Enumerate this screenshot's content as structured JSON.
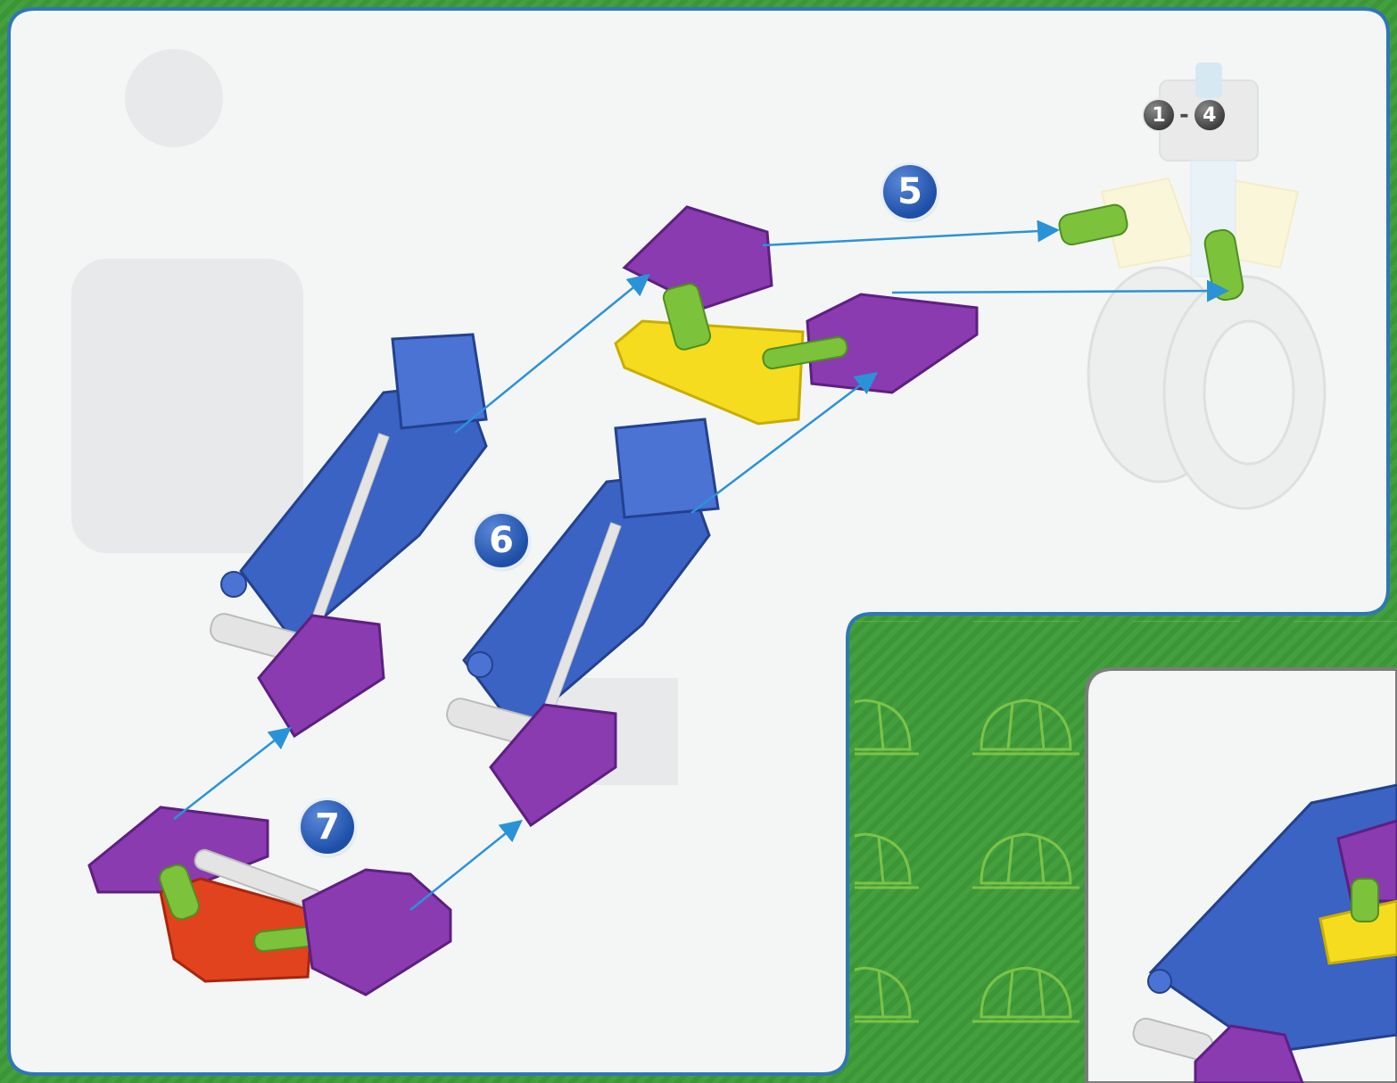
{
  "steps": {
    "previous_from": "1",
    "previous_separator": "-",
    "previous_to": "4",
    "step5": "5",
    "step6": "6",
    "step7": "7"
  },
  "colors": {
    "page_green": "#3f9a3a",
    "panel_white": "#f4f6f6",
    "panel_border": "#2f76b8",
    "arrow_blue": "#2a93d8",
    "badge_blue": "#1d4fa8",
    "part_purple": "#8a3bb0",
    "part_blue": "#3a63c4",
    "part_yellow": "#f5dc1e",
    "part_green": "#7cc23a",
    "part_red": "#e2431f",
    "part_white": "#e4e4e4"
  },
  "icons": [
    "helmet-pattern-icon",
    "rod-icon",
    "connector-icon",
    "gear-icon",
    "wheel-icon"
  ]
}
